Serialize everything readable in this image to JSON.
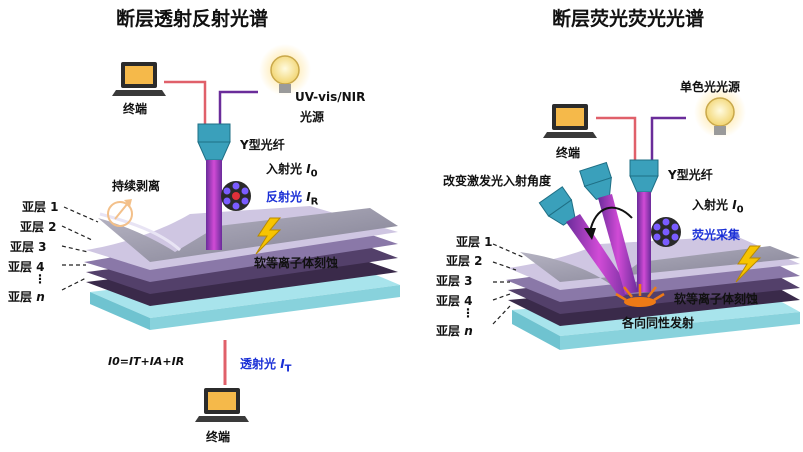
{
  "left": {
    "title": "断层透射反射光谱",
    "terminal_top": "终端",
    "light_source": "光源",
    "source_name": "UV-vis/NIR",
    "fiber": "Y型光纤",
    "incident_prefix": "入射光",
    "incident_sym": "I",
    "incident_sub": "0",
    "reflect_prefix": "反射光",
    "reflect_sym": "I",
    "reflect_sub": "R",
    "peel": "持续剥离",
    "etch": "软等离子体刻蚀",
    "sublayers": [
      "亚层 1",
      "亚层 2",
      "亚层 3",
      "亚层 4",
      "亚层"
    ],
    "sublayer_n": "n",
    "sublayer_dots": "⋮",
    "formula": "I0=IT+IA+IR",
    "transmit_prefix": "透射光",
    "transmit_sym": "I",
    "transmit_sub": "T",
    "terminal_bottom": "终端"
  },
  "right": {
    "title": "断层荧光荧光光谱",
    "mono_source": "单色光光源",
    "terminal": "终端",
    "fiber": "Y型光纤",
    "change_angle": "改变激发光入射角度",
    "incident_prefix": "入射光",
    "incident_sym": "I",
    "incident_sub": "0",
    "fluor_collect": "荧光采集",
    "etch": "软等离子体刻蚀",
    "isotropic": "各向同性发射",
    "sublayers": [
      "亚层 1",
      "亚层 2",
      "亚层 3",
      "亚层 4",
      "亚层"
    ],
    "sublayer_n": "n",
    "sublayer_dots": "⋮"
  },
  "colors": {
    "fiber_red": "#e0606a",
    "fiber_purple": "#6a2c9a",
    "probe_teal": "#3aa0bb",
    "film_top": "#8f8d9e",
    "layer_dark": "#3a2a4a",
    "substrate": "#a8e4ec",
    "text_blue": "#1a2fd6"
  }
}
